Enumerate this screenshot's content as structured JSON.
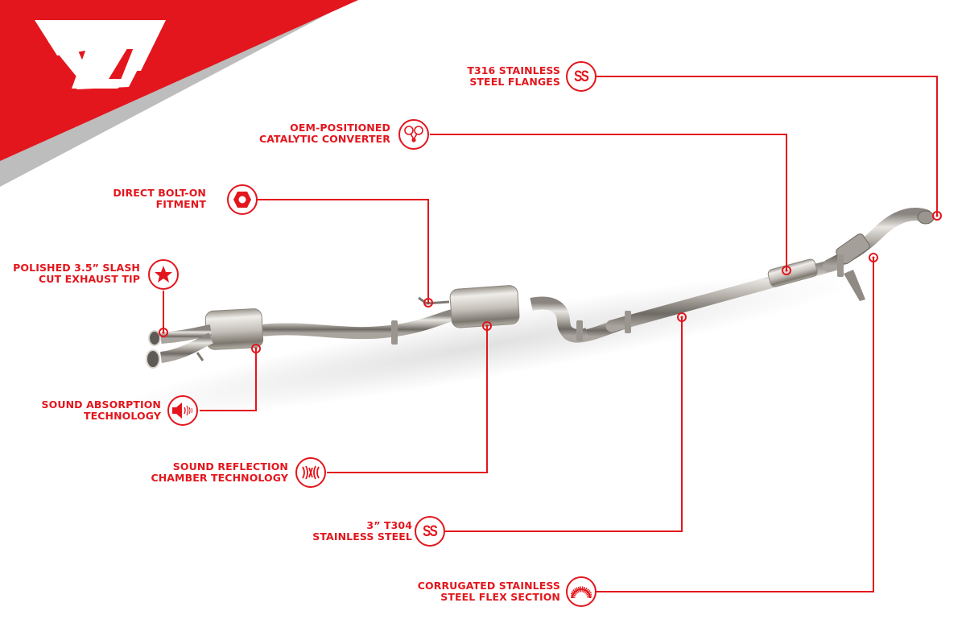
{
  "brand": {
    "logo": "unitronic-u-logo",
    "colors": {
      "accent": "#e3161d",
      "banner_red": "#e3161d",
      "banner_shadow": "#bdbdbd",
      "background": "#ffffff"
    }
  },
  "product": {
    "subject": "exhaust-system-photo",
    "description": "Stainless steel cat-back / downpipe exhaust system with twin polished tips, two mufflers, and flex section"
  },
  "callouts": [
    {
      "id": "flanges",
      "line1": "T316 STAINLESS",
      "line2": "STEEL FLANGES",
      "icon": "ss-icon"
    },
    {
      "id": "catalytic",
      "line1": "OEM-POSITIONED",
      "line2": "CATALYTIC CONVERTER",
      "icon": "catalytic-converter-icon"
    },
    {
      "id": "boltOn",
      "line1": "DIRECT BOLT-ON",
      "line2": "FITMENT",
      "icon": "hex-nut-icon"
    },
    {
      "id": "tip",
      "line1": "POLISHED 3.5” SLASH",
      "line2": "CUT EXHAUST TIP",
      "icon": "star-icon"
    },
    {
      "id": "absorption",
      "line1": "SOUND ABSORPTION",
      "line2": "TECHNOLOGY",
      "icon": "speaker-icon"
    },
    {
      "id": "reflection",
      "line1": "SOUND REFLECTION",
      "line2": "CHAMBER TECHNOLOGY",
      "icon": "sound-waves-icon"
    },
    {
      "id": "t304",
      "line1": "3” T304",
      "line2": "STAINLESS STEEL",
      "icon": "ss-icon"
    },
    {
      "id": "flex",
      "line1": "CORRUGATED STAINLESS",
      "line2": "STEEL FLEX SECTION",
      "icon": "corrugated-flex-icon"
    }
  ],
  "icons": {
    "ss_text": "SS"
  }
}
